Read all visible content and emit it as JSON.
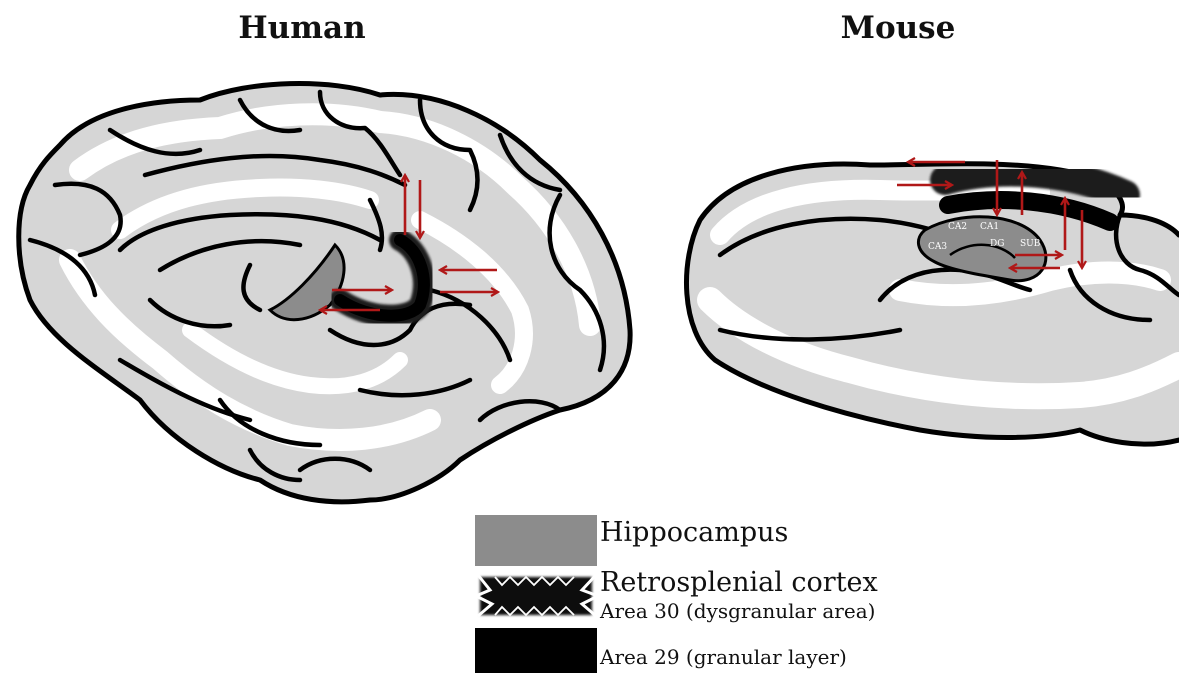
{
  "panels": {
    "human": {
      "title": "Human"
    },
    "mouse": {
      "title": "Mouse",
      "regions": [
        "CA2",
        "CA1",
        "CA3",
        "DG",
        "SUB"
      ]
    }
  },
  "legend": {
    "hippocampus": "Hippocampus",
    "retrosplenial": "Retrosplenial cortex",
    "area30": "Area 30 (dysgranular area)",
    "area29": "Area 29 (granular layer)"
  },
  "colors": {
    "hippocampus": "#8c8c8c",
    "white_matter": "#d3d3d3",
    "arrows": "#b01818",
    "area29": "#000000"
  }
}
